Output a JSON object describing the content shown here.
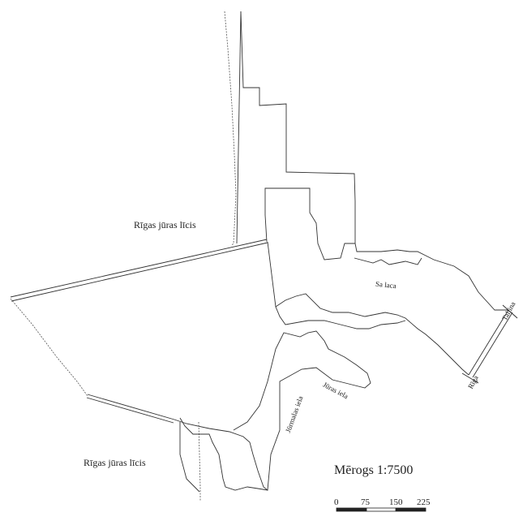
{
  "map": {
    "labels": {
      "sea_north": "Rīgas jūras līcis",
      "sea_south": "Rīgas jūras līcis",
      "river": "Sa laca",
      "street_1": "Jūras iela",
      "street_2": "Jūrmalas iela",
      "east_top": "Tallina",
      "east_bottom": "Rīga"
    },
    "scale": {
      "title": "Mērogs 1:7500",
      "ticks": [
        "0",
        "75",
        "150",
        "225"
      ]
    },
    "colors": {
      "line": "#333333",
      "background": "#ffffff"
    }
  }
}
